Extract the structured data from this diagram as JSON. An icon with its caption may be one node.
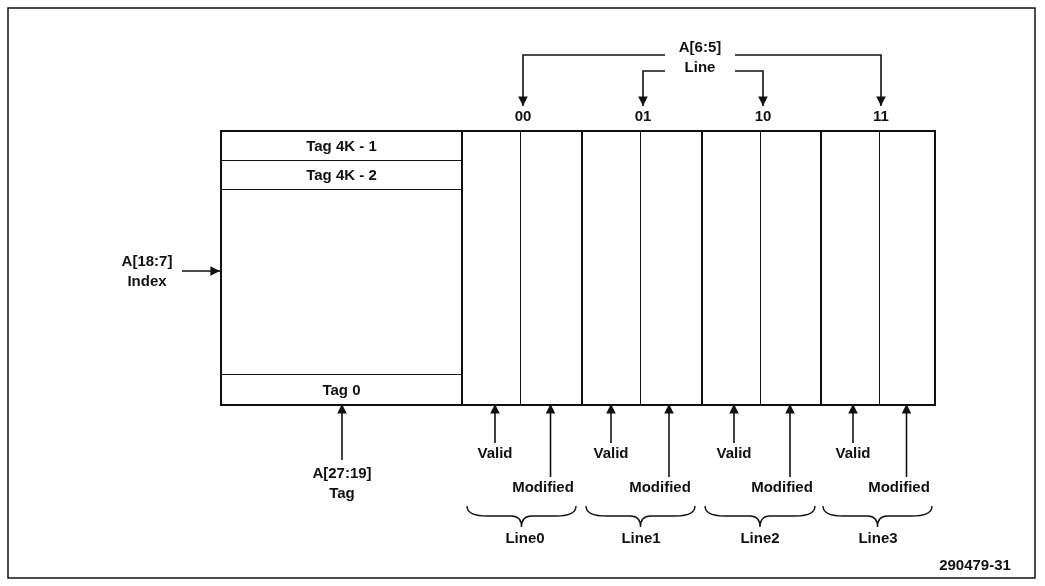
{
  "diagram": {
    "nodes": [
      {
        "text": [
          "A[6:5]",
          "Line"
        ]
      },
      {
        "text": [
          "00"
        ]
      },
      {
        "text": [
          "01"
        ]
      },
      {
        "text": [
          "10"
        ]
      },
      {
        "text": [
          "11"
        ]
      },
      {
        "text": [
          "A[18:7]",
          "Index"
        ]
      },
      {
        "text": [],
        "shape": "box"
      },
      {
        "text": [
          "Tag 4K - 1"
        ],
        "in": 6
      },
      {
        "text": [
          "Tag 4K - 2"
        ],
        "in": 6
      },
      {
        "text": [
          "Tag 0"
        ],
        "in": 6
      },
      {
        "text": [],
        "shape": "bar",
        "in": 6
      },
      {
        "text": [],
        "shape": "bar",
        "in": 6
      },
      {
        "text": [],
        "shape": "bar",
        "in": 6
      },
      {
        "text": [],
        "shape": "bar",
        "in": 6
      },
      {
        "text": [],
        "shape": "bar",
        "in": 6
      },
      {
        "text": [],
        "shape": "bar",
        "in": 6
      },
      {
        "text": [],
        "shape": "bar",
        "in": 6
      },
      {
        "text": [],
        "shape": "bar",
        "in": 6
      },
      {
        "text": [
          "A[27:19]",
          "Tag"
        ]
      },
      {
        "text": [
          "Valid"
        ]
      },
      {
        "text": [
          "Valid"
        ]
      },
      {
        "text": [
          "Valid"
        ]
      },
      {
        "text": [
          "Valid"
        ]
      },
      {
        "text": [
          "Modified"
        ]
      },
      {
        "text": [
          "Modified"
        ]
      },
      {
        "text": [
          "Modified"
        ]
      },
      {
        "text": [
          "Modified"
        ]
      }
    ],
    "edges": [
      {
        "from": 0,
        "to": 1,
        "arrow": "to"
      },
      {
        "from": 0,
        "to": 2,
        "arrow": "to"
      },
      {
        "from": 0,
        "to": 3,
        "arrow": "to"
      },
      {
        "from": 0,
        "to": 4,
        "arrow": "to"
      },
      {
        "from": 5,
        "to": 6,
        "arrow": "to"
      },
      {
        "from": 18,
        "to": 9,
        "arrow": "to"
      },
      {
        "from": 19,
        "to": 10,
        "arrow": "to"
      },
      {
        "from": 23,
        "to": 11,
        "arrow": "to"
      },
      {
        "from": 20,
        "to": 12,
        "arrow": "to"
      },
      {
        "from": 24,
        "to": 13,
        "arrow": "to"
      },
      {
        "from": 21,
        "to": 14,
        "arrow": "to"
      },
      {
        "from": 25,
        "to": 15,
        "arrow": "to"
      },
      {
        "from": 22,
        "to": 16,
        "arrow": "to"
      },
      {
        "from": 26,
        "to": 17,
        "arrow": "to"
      }
    ],
    "labels": [
      "Line0",
      "Line1",
      "Line2",
      "Line3",
      "290479-31"
    ]
  }
}
